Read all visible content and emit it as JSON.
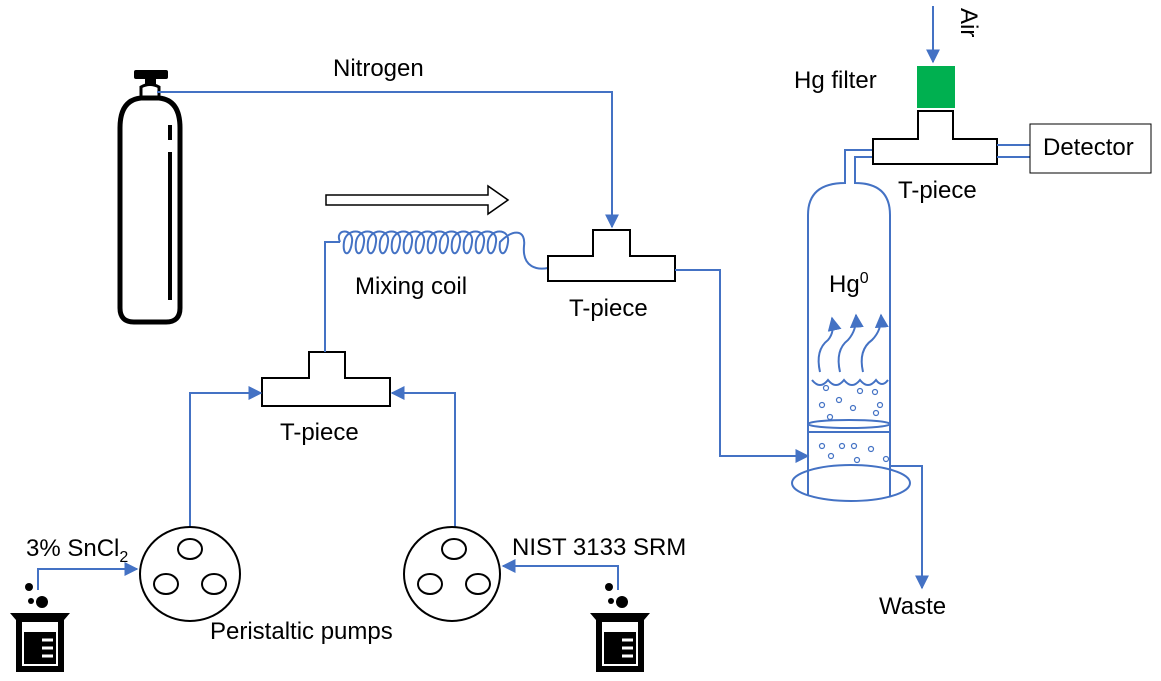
{
  "labels": {
    "nitrogen": "Nitrogen",
    "air": "Air",
    "hg_filter": "Hg filter",
    "detector": "Detector",
    "t_piece_top": "T-piece",
    "t_piece_mid": "T-piece",
    "t_piece_low": "T-piece",
    "mixing_coil": "Mixing coil",
    "hg_base": "Hg",
    "hg_sup": "0",
    "sncl_main": "3% SnCl",
    "sncl_sub": "2",
    "nist": "NIST 3133 SRM",
    "peristaltic": "Peristaltic pumps",
    "waste": "Waste"
  },
  "colors": {
    "pipe": "#4472c4",
    "filter": "#00b050",
    "outline": "#000000"
  }
}
